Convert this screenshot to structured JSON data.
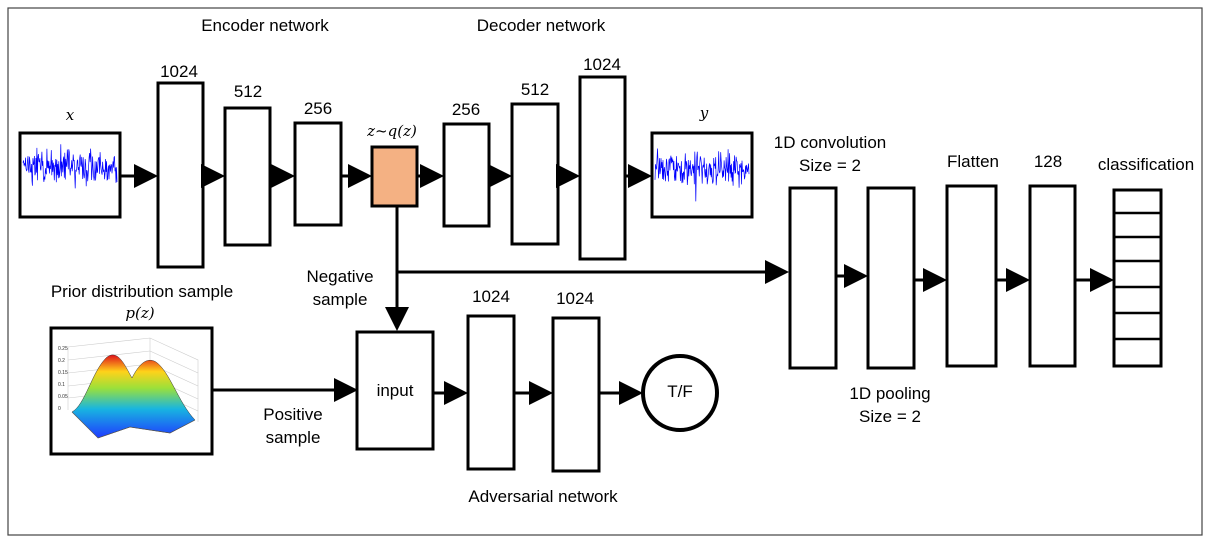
{
  "encoder": {
    "title": "Encoder network",
    "input_label": "x",
    "layers": [
      "1024",
      "512",
      "256"
    ]
  },
  "latent": {
    "label": "z~q(z)"
  },
  "decoder": {
    "title": "Decoder network",
    "layers": [
      "256",
      "512",
      "1024"
    ],
    "output_label": "y"
  },
  "prior": {
    "title": "Prior distribution sample",
    "label": "p(z)",
    "plot_ticks": [
      "0.25",
      "0.2",
      "0.15",
      "0.1",
      "0.05",
      "0"
    ]
  },
  "samples": {
    "negative": [
      "Negative",
      "sample"
    ],
    "positive": [
      "Positive",
      "sample"
    ]
  },
  "adversarial": {
    "input_label": "input",
    "layers": [
      "1024",
      "1024"
    ],
    "output_label": "T/F",
    "title": "Adversarial network"
  },
  "classifier": {
    "conv_label": [
      "1D convolution",
      "Size = 2"
    ],
    "pooling_label": [
      "1D pooling",
      "Size = 2"
    ],
    "flatten_label": "Flatten",
    "dense_label": "128",
    "output_label": "classification"
  },
  "colors": {
    "latent_fill": "#F4B183",
    "signal": "#0000FF"
  }
}
